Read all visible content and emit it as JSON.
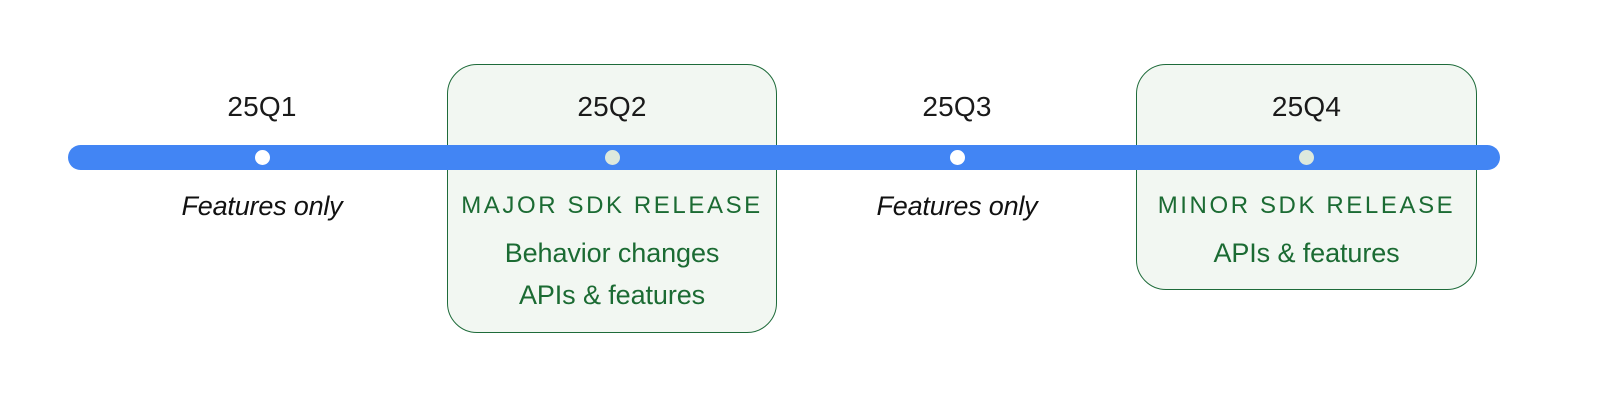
{
  "diagram": {
    "type": "release-timeline",
    "rail_color": "#4285F4",
    "card_fill": "#F2F7F2",
    "card_border_color": "#1E6B3A",
    "release_text_color": "#1B6B33",
    "plain_dot_color": "#FFFFFF",
    "card_dot_color": "#DDE9DD"
  },
  "quarters": [
    {
      "id": "q1",
      "label": "25Q1",
      "highlighted": false,
      "dot_style": "plain",
      "note": "Features only"
    },
    {
      "id": "q2",
      "label": "25Q2",
      "highlighted": true,
      "dot_style": "card",
      "kicker": "MAJOR SDK RELEASE",
      "lines": [
        "Behavior changes",
        "APIs & features"
      ]
    },
    {
      "id": "q3",
      "label": "25Q3",
      "highlighted": false,
      "dot_style": "plain",
      "note": "Features only"
    },
    {
      "id": "q4",
      "label": "25Q4",
      "highlighted": true,
      "dot_style": "card",
      "kicker": "MINOR SDK RELEASE",
      "lines": [
        "APIs & features"
      ]
    }
  ]
}
